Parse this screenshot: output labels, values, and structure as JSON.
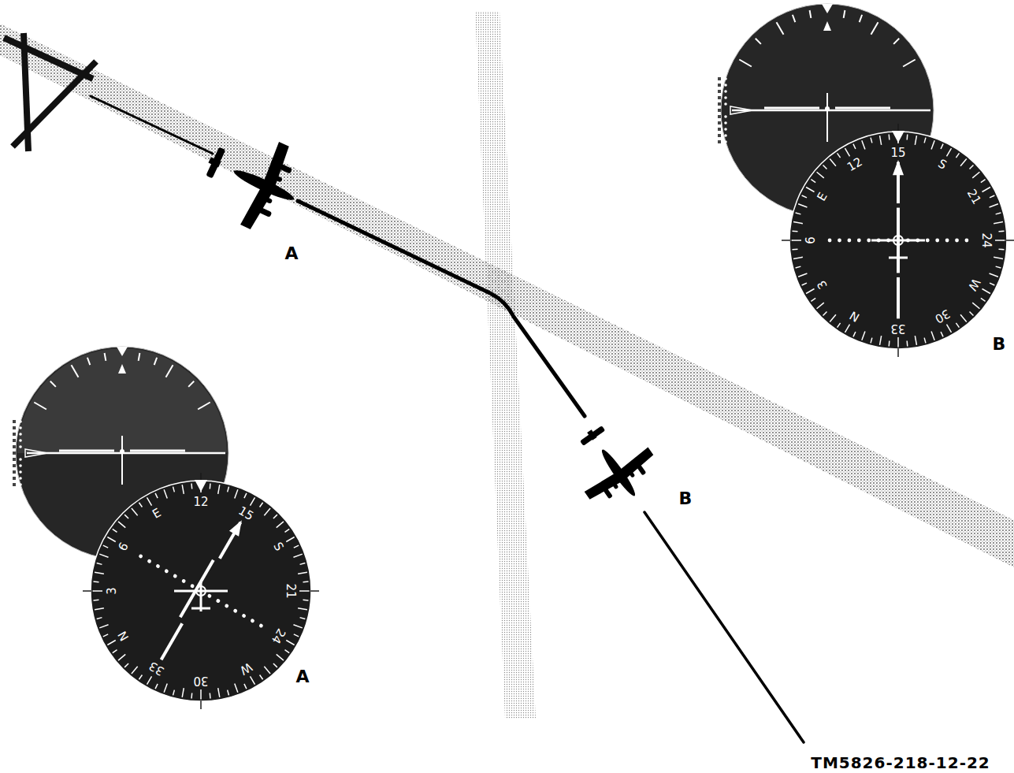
{
  "diagram": {
    "labels": [
      "A",
      "B",
      "15",
      "S",
      "21",
      "24",
      "W",
      "30",
      "33",
      "N",
      "3",
      "6",
      "E",
      "12",
      "B",
      "12",
      "15",
      "S",
      "21",
      "24",
      "W",
      "30",
      "33",
      "N",
      "3",
      "6",
      "E",
      "A",
      "TM5826-218-12-22"
    ]
  }
}
